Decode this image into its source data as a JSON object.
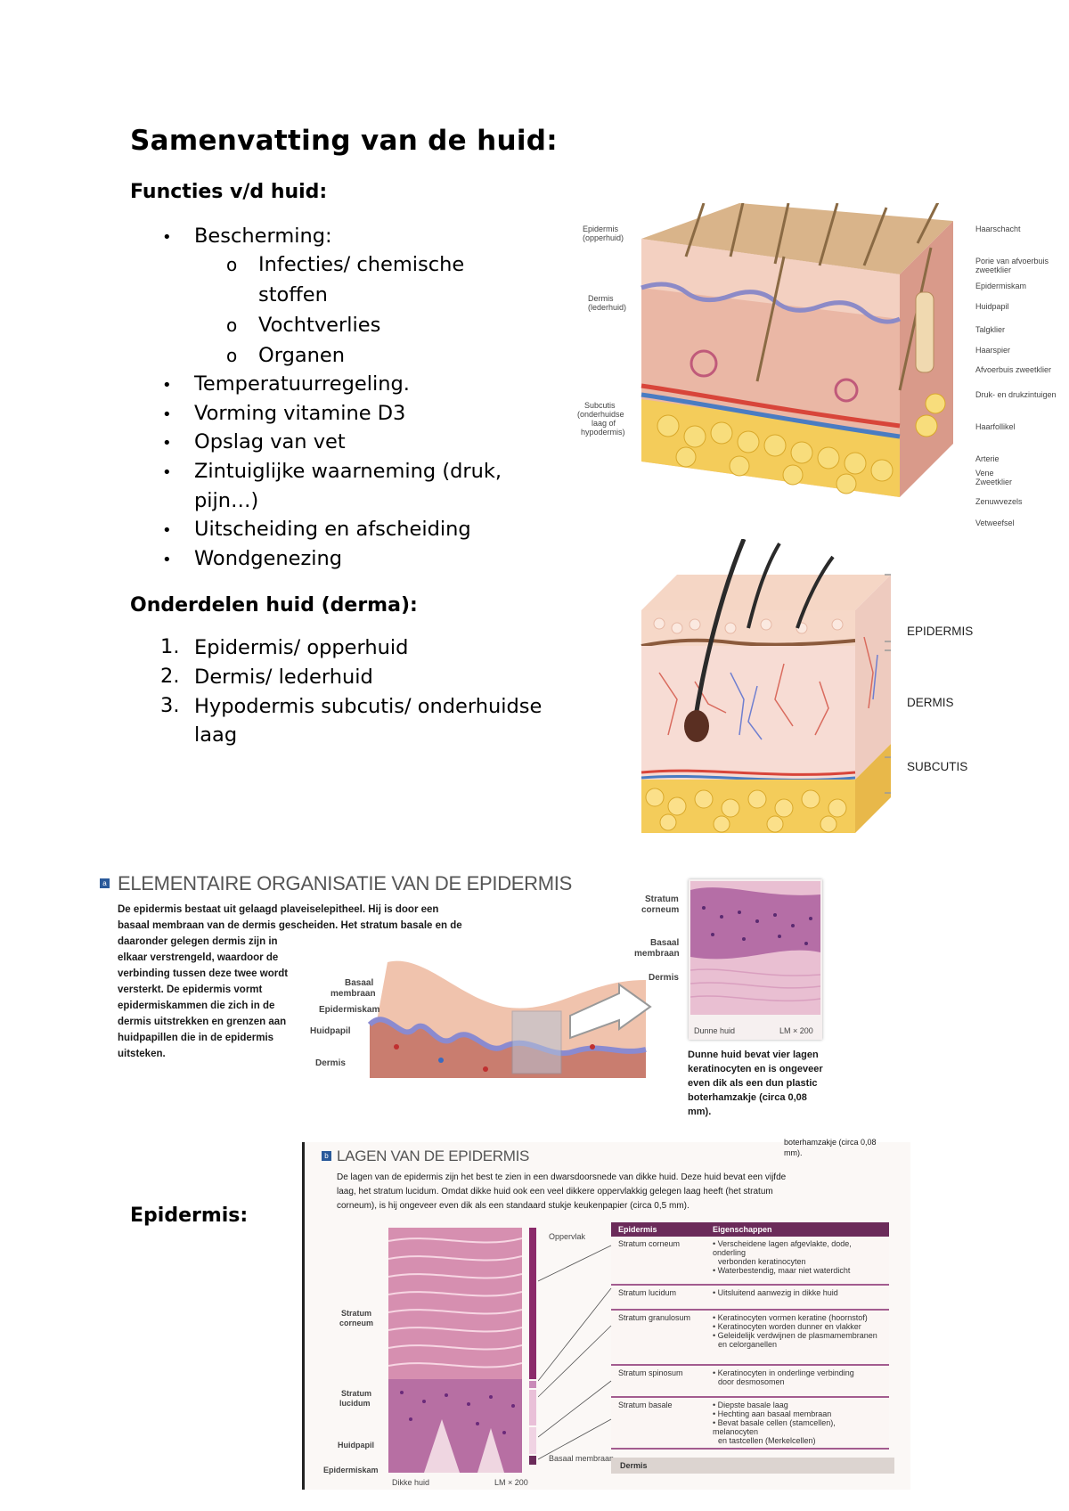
{
  "title": "Samenvatting van de huid:",
  "functions": {
    "heading": "Functies v/d huid:",
    "items": [
      {
        "label": "Bescherming:"
      },
      {
        "label": "Temperatuurregeling."
      },
      {
        "label": "Vorming vitamine D3"
      },
      {
        "label": "Opslag van vet"
      },
      {
        "label": "Zintuiglijke waarneming (druk,"
      },
      {
        "label": "pijn…)"
      },
      {
        "label": "Uitscheiding en afscheiding"
      },
      {
        "label": "Wondgenezing"
      }
    ],
    "sub_items": [
      {
        "label": "Infecties/ chemische"
      },
      {
        "label": "stoffen"
      },
      {
        "label": "Vochtverlies"
      },
      {
        "label": "Organen"
      }
    ],
    "bullet": "•",
    "sub_bullet": "o"
  },
  "parts": {
    "heading": "Onderdelen huid (derma):",
    "items": [
      {
        "num": "1.",
        "label": "Epidermis/ opperhuid"
      },
      {
        "num": "2.",
        "label": "Dermis/ lederhuid"
      },
      {
        "num": "3.",
        "label": "Hypodermis subcutis/ onderhuidse"
      },
      {
        "num": "",
        "label": "laag"
      }
    ]
  },
  "diagram1": {
    "left_labels": [
      "Epidermis",
      "(opperhuid)",
      "Dermis",
      "(lederhuid)",
      "Subcutis",
      "(onderhuidse",
      "laag of",
      "hypodermis)"
    ],
    "right_labels": [
      "Haarschacht",
      "Porie van afvoerbuis",
      "zweetklier",
      "Epidermiskam",
      "Huidpapil",
      "Talgklier",
      "Haarspier",
      "Afvoerbuis zweetklier",
      "Druk- en drukzintuigen",
      "Haarfollikel",
      "Arterie",
      "Vene",
      "Zweetklier",
      "Zenuwvezels",
      "Vetweefsel"
    ]
  },
  "diagram2": {
    "labels": [
      "EPIDERMIS",
      "DERMIS",
      "SUBCUTIS"
    ]
  },
  "section_a": {
    "badge": "a",
    "heading": "ELEMENTAIRE ORGANISATIE VAN DE EPIDERMIS",
    "intro_full": [
      "De epidermis bestaat uit gelaagd plaveiselepitheel. Hij is door een",
      "basaal membraan van de dermis gescheiden. Het stratum basale en de"
    ],
    "intro_narrow": [
      "daaronder gelegen dermis zijn in",
      "elkaar verstrengeld, waardoor de",
      "verbinding tussen deze twee wordt",
      "versterkt. De epidermis vormt",
      "epidermiskammen die zich in de",
      "dermis uitstrekken en grenzen aan",
      "huidpapillen die in de epidermis",
      "uitsteken."
    ],
    "diagram_labels": [
      "Basaal",
      "membraan",
      "Epidermiskam",
      "Huidpapil",
      "Dermis"
    ],
    "micro_labels": [
      "Stratum",
      "corneum",
      "Basaal",
      "membraan",
      "Dermis"
    ],
    "micro_caption": "Dunne huid",
    "micro_mag": "LM × 200",
    "note": [
      "Dunne huid bevat vier lagen",
      "keratinocyten en is ongeveer",
      "even dik als een dun plastic",
      "boterhamzakje (circa 0,08",
      "mm)."
    ]
  },
  "section_b": {
    "badge": "b",
    "heading": "LAGEN VAN DE EPIDERMIS",
    "top_fragment": [
      "boterhamzakje (circa 0,08",
      "mm)."
    ],
    "intro": [
      "De lagen van de epidermis zijn het best te zien in een dwarsdoorsnede van dikke huid. Deze huid bevat een vijfde",
      "laag, het stratum lucidum. Omdat dikke huid ook een veel dikkere oppervlakkig gelegen laag heeft (het stratum",
      "corneum), is hij ongeveer even dik als een standaard stukje keukenpapier (circa 0,5 mm)."
    ],
    "side_title": "Epidermis:",
    "micro_labels": [
      "Stratum",
      "corneum",
      "Stratum",
      "lucidum",
      "Huidpapil",
      "Epidermiskam",
      "Dikke huid",
      "LM × 200",
      "Oppervlak",
      "Basaal membraan"
    ],
    "table_headers": [
      "Epidermis",
      "Eigenschappen"
    ],
    "table_rows": [
      {
        "layer": "Stratum corneum",
        "props": [
          "• Verscheidene lagen afgevlakte, dode, onderling",
          "verbonden keratinocyten",
          "• Waterbestendig, maar niet waterdicht"
        ]
      },
      {
        "layer": "Stratum lucidum",
        "props": [
          "• Uitsluitend aanwezig in dikke huid"
        ]
      },
      {
        "layer": "Stratum granulosum",
        "props": [
          "• Keratinocyten vormen keratine (hoornstof)",
          "• Keratinocyten worden dunner en vlakker",
          "• Geleidelijk verdwijnen de plasmamembranen",
          "en celorganellen"
        ]
      },
      {
        "layer": "Stratum spinosum",
        "props": [
          "• Keratinocyten in onderlinge verbinding",
          "door desmosomen"
        ]
      },
      {
        "layer": "Stratum basale",
        "props": [
          "• Diepste basale laag",
          "• Hechting aan basaal membraan",
          "• Bevat basale cellen (stamcellen), melanocyten",
          "en tastcellen (Merkelcellen)"
        ]
      }
    ],
    "dermis_label": "Dermis"
  }
}
